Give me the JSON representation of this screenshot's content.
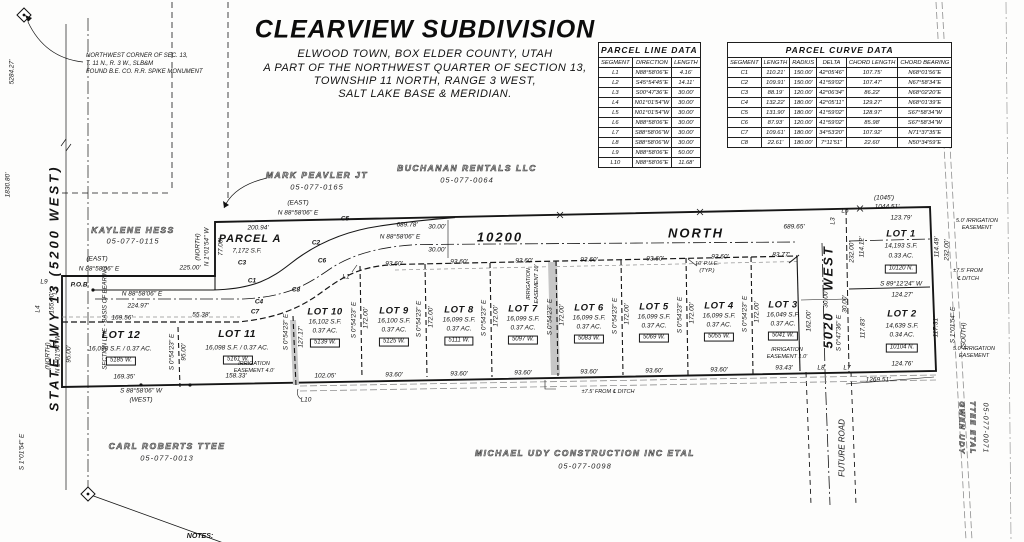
{
  "title_block": {
    "title": "CLEARVIEW SUBDIVISION",
    "sub1": "ELWOOD TOWN, BOX ELDER COUNTY, UTAH",
    "sub2": "A PART OF THE NORTHWEST QUARTER OF SECTION 13,",
    "sub3": "TOWNSHIP 11 NORTH, RANGE 3 WEST,",
    "sub4": "SALT LAKE BASE & MERIDIAN."
  },
  "corner_note": {
    "l1": "NORTHWEST CORNER OF SEC. 13,",
    "l2": "T. 11 N., R. 3 W., SLB&M",
    "l3": "FOUND B.E. CO. R.R. SPIKE MONUMENT"
  },
  "line_table": {
    "title": "PARCEL LINE DATA",
    "headers": [
      "SEGMENT",
      "DIRECTION",
      "LENGTH"
    ],
    "rows": [
      [
        "L1",
        "N88°58'06\"E",
        "4.16'"
      ],
      [
        "L2",
        "S45°54'45\"E",
        "14.11'"
      ],
      [
        "L3",
        "S00°47'36\"E",
        "30.00'"
      ],
      [
        "L4",
        "N01°01'54\"W",
        "30.00'"
      ],
      [
        "L5",
        "N01°01'54\"W",
        "30.00'"
      ],
      [
        "L6",
        "N88°58'06\"E",
        "30.00'"
      ],
      [
        "L7",
        "S88°58'06\"W",
        "30.00'"
      ],
      [
        "L8",
        "S88°58'06\"W",
        "30.00'"
      ],
      [
        "L9",
        "N88°58'06\"E",
        "50.00'"
      ],
      [
        "L10",
        "N88°58'06\"E",
        "11.68'"
      ]
    ]
  },
  "curve_table": {
    "title": "PARCEL CURVE DATA",
    "headers": [
      "SEGMENT",
      "LENGTH",
      "RADIUS",
      "DELTA",
      "CHORD LENGTH",
      "CHORD BEARING"
    ],
    "rows": [
      [
        "C1",
        "110.21'",
        "150.00'",
        "42°05'46\"",
        "107.75'",
        "N68°01'56\"E"
      ],
      [
        "C2",
        "109.91'",
        "150.00'",
        "41°59'02\"",
        "107.47'",
        "N67°58'34\"E"
      ],
      [
        "C3",
        "88.19'",
        "120.00'",
        "42°06'34\"",
        "86.22'",
        "N68°02'20\"E"
      ],
      [
        "C4",
        "132.22'",
        "180.00'",
        "42°05'11\"",
        "129.27'",
        "N68°01'39\"E"
      ],
      [
        "C5",
        "131.90'",
        "180.00'",
        "41°59'02\"",
        "128.97'",
        "S67°58'34\"W"
      ],
      [
        "C6",
        "87.93'",
        "120.00'",
        "41°59'02\"",
        "85.98'",
        "S67°58'34\"W"
      ],
      [
        "C7",
        "109.61'",
        "180.00'",
        "34°53'20\"",
        "107.92'",
        "N71°37'35\"E"
      ],
      [
        "C8",
        "22.61'",
        "180.00'",
        "7°11'51\"",
        "22.60'",
        "N50°34'59\"E"
      ]
    ]
  },
  "owners": {
    "mark": [
      "MARK PEAVLER JT",
      "05-077-0165"
    ],
    "buchanan": [
      "BUCHANAN RENTALS LLC",
      "05-077-0064"
    ],
    "kaylene": [
      "KAYLENE HESS",
      "05-077-0115"
    ],
    "carl": [
      "CARL ROBERTS TTEE",
      "05-077-0013"
    ],
    "michael": [
      "MICHAEL UDY CONSTRUCTION INC ETAL",
      "05-077-0098"
    ],
    "gwen": [
      "GWEN UDY",
      "TTEE ETAL",
      "05-077-0071"
    ]
  },
  "streets": {
    "r10200": "10200",
    "north": "NORTH",
    "r5020": "5020",
    "west": "WEST",
    "future": "FUTURE ROAD",
    "hwy": "STATE HWY 13 (5200 WEST)",
    "section": "SECTION LINE - BASIS OF BEARING"
  },
  "parcel_a": {
    "name": "PARCEL A",
    "area": "7,172 S.F."
  },
  "lots": {
    "lot1": {
      "name": "LOT 1",
      "sf": "14,193 S.F.",
      "ac": "0.33 AC.",
      "addr": "10120 N."
    },
    "lot2": {
      "name": "LOT 2",
      "sf": "14,639 S.F.",
      "ac": "0.34 AC.",
      "addr": "10104 N."
    },
    "lot3": {
      "name": "LOT 3",
      "sf": "16,049 S.F.",
      "ac": "0.37 AC.",
      "addr": "5041 W."
    },
    "lot4": {
      "name": "LOT 4",
      "sf": "16,099 S.F.",
      "ac": "0.37 AC.",
      "addr": "5055 W."
    },
    "lot5": {
      "name": "LOT 5",
      "sf": "16,099 S.F.",
      "ac": "0.37 AC.",
      "addr": "5069 W."
    },
    "lot6": {
      "name": "LOT 6",
      "sf": "16,099 S.F.",
      "ac": "0.37 AC.",
      "addr": "5083 W."
    },
    "lot7": {
      "name": "LOT 7",
      "sf": "16,099 S.F.",
      "ac": "0.37 AC.",
      "addr": "5097 W."
    },
    "lot8": {
      "name": "LOT 8",
      "sf": "16,099 S.F.",
      "ac": "0.37 AC.",
      "addr": "5111 W."
    },
    "lot9": {
      "name": "LOT 9",
      "sf": "16,100 S.F.",
      "ac": "0.37 AC.",
      "addr": "5125 W."
    },
    "lot10": {
      "name": "LOT 10",
      "sf": "16,102 S.F.",
      "ac": "0.37 AC.",
      "addr": "5139 W."
    },
    "lot11": {
      "name": "LOT 11",
      "sfac": "16,098 S.F.  /  0.37 AC.",
      "addr": "5161 W."
    },
    "lot12": {
      "name": "LOT 12",
      "sfac": "16,098 S.F.  /  0.37 AC.",
      "addr": "5185 W."
    }
  },
  "seg": {
    "L1": "L1",
    "L3": "L3",
    "L4": "L4",
    "L5": "L5",
    "L6": "L6",
    "L7": "L7",
    "L8": "L8",
    "L9": "L9",
    "L10": "L10",
    "C1": "C1",
    "C2": "C2",
    "C3": "C3",
    "C4": "C4",
    "C5": "C5",
    "C6": "C6",
    "C7": "C7",
    "C8": "C8"
  },
  "dims": {
    "east": "(EAST)",
    "north": "(NORTH)",
    "west": "(WEST)",
    "south": "(SOUTH)",
    "n885806e": "N 88°58'06\" E",
    "s885806w": "S 88°58'06\" W",
    "n10154w": "N 1°01'54\" W",
    "s10154e": "S 1°01'54\" E",
    "s05423e": "S 0°54'23\" E",
    "s04736e": "S 0°47'36\" E",
    "s891224w": "S 89°12'24\" W",
    "d20094": "200.94'",
    "d68978": "689.78'",
    "d68965": "689.65'",
    "d3000": "30.00'",
    "d22500": "225.00'",
    "d22497": "224.97'",
    "d15500": "155.00'",
    "d9500": "95.00'",
    "d7700": "77.00'",
    "d16956": "169.56'",
    "d5538": "55.38'",
    "d16935": "169.35'",
    "d15833": "158.33'",
    "d10205": "102.05'",
    "d9360": "93.60'",
    "d9343": "93.43'",
    "d8377": "83.77'",
    "d17200": "172.00'",
    "d12717": "127.17'",
    "d16200": "162.00'",
    "d11412": "114.12'",
    "d11449": "114.49'",
    "d23200": "232.00'",
    "d11783": "117.83'",
    "d11731": "117.31'",
    "d12379": "123.79'",
    "d12427": "124.27'",
    "d12476": "124.76'",
    "d1045": "(1045')",
    "d104451": "1044.51'",
    "d126951": "1269.51'",
    "d528427": "5284.27'",
    "d183080": "1830.80'",
    "pob": "P.O.B.",
    "pue": "10' P.U.E.",
    "typ": "(TYP.)",
    "irr": "IRRIGATION",
    "irr10": "EASEMENT 10'",
    "irr40": "EASEMENT 4.0'",
    "irr1": "EASEMENT 1.0'",
    "irr50": "5.0' IRRIGATION",
    "easement": "EASEMENT",
    "ditch_full": "±7.5' FROM ℄ DITCH",
    "ditch_a": "±7.5' FROM",
    "ditch_b": "℄ DITCH",
    "notes": "NOTES:"
  }
}
